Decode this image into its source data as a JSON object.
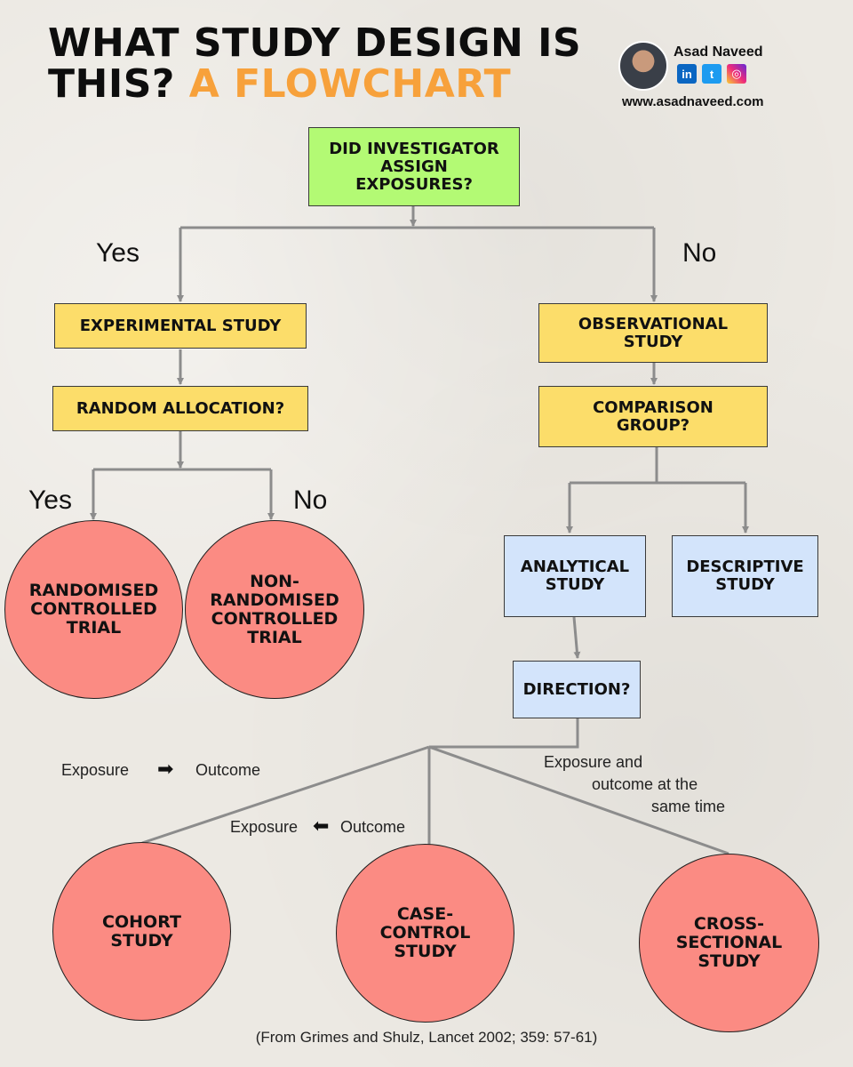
{
  "header": {
    "title_line1": "WHAT STUDY DESIGN IS",
    "title_line2_plain": "THIS?",
    "title_line2_accent": "A FLOWCHART",
    "author_name": "Asad Naveed",
    "website": "www.asadnaveed.com",
    "socials": [
      {
        "icon": "linkedin-icon",
        "glyph": "in"
      },
      {
        "icon": "twitter-icon",
        "glyph": "t"
      },
      {
        "icon": "instagram-icon",
        "glyph": "◎"
      }
    ]
  },
  "nodes": {
    "assign": "DID INVESTIGATOR\nASSIGN\nEXPOSURES?",
    "experimental": "EXPERIMENTAL STUDY",
    "random": "RANDOM ALLOCATION?",
    "observational": "OBSERVATIONAL\nSTUDY",
    "comparison": "COMPARISON\nGROUP?",
    "analytical": "ANALYTICAL\nSTUDY",
    "descriptive": "DESCRIPTIVE\nSTUDY",
    "direction": "DIRECTION?",
    "rct": "RANDOMISED\nCONTROLLED\nTRIAL",
    "nrct": "NON-\nRANDOMISED\nCONTROLLED\nTRIAL",
    "cohort": "COHORT\nSTUDY",
    "casecontrol": "CASE-\nCONTROL\nSTUDY",
    "crosssectional": "CROSS-\nSECTIONAL\nSTUDY"
  },
  "labels": {
    "yes_top": "Yes",
    "no_top": "No",
    "yes_random": "Yes",
    "no_random": "No",
    "exp_forward_left": "Exposure",
    "exp_forward_right": "Outcome",
    "exp_back_left": "Exposure",
    "exp_back_right": "Outcome",
    "same_time_1": "Exposure  and",
    "same_time_2": "outcome at the",
    "same_time_3": "same time"
  },
  "footer": {
    "source": "(From Grimes and Shulz, Lancet 2002; 359: 57-61)"
  },
  "colors": {
    "question": "#b3fa74",
    "study_type": "#fcdd6a",
    "sub_type": "#d3e4fb",
    "design": "#fb8b83",
    "accent": "#f7a13b",
    "connector": "#8c8c8c"
  }
}
